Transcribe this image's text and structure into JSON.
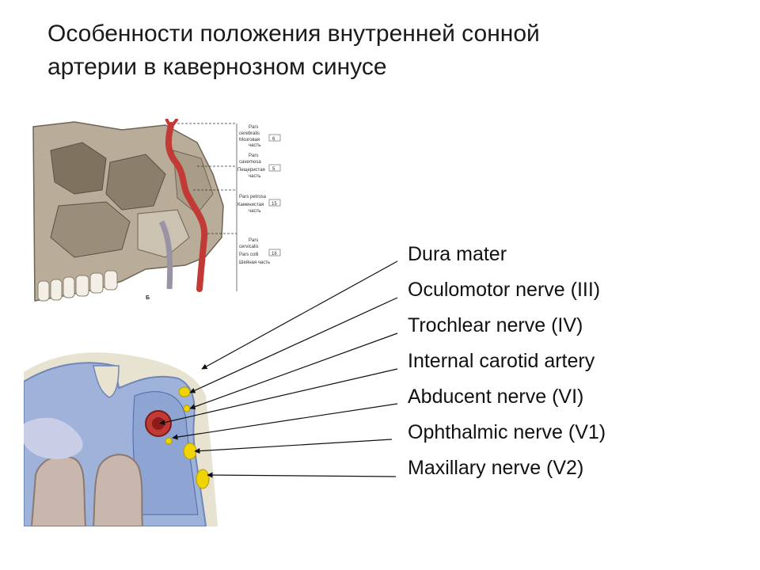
{
  "title": {
    "line1": "Особенности положения внутренней сонной",
    "line2": "артерии в кавернозном синусе"
  },
  "skull_panel": {
    "figure_letter": "Б",
    "segments": [
      {
        "latin": "Pars",
        "latin2": "cerebralis",
        "ru": "Мозговая",
        "ru2": "часть",
        "num": "6"
      },
      {
        "latin": "Pars",
        "latin2": "cavernosa",
        "ru": "Пещеристая",
        "ru2": "часть",
        "num": "5"
      },
      {
        "latin": "Pars petrosa",
        "latin2": "",
        "ru": "Каменистая",
        "ru2": "часть",
        "num": "15"
      },
      {
        "latin": "Pars",
        "latin2": "cervicalis",
        "ru": "Pars colli",
        "ru2": "Шейная часть",
        "num": "16"
      }
    ]
  },
  "labels": [
    "Dura mater",
    "Oculomotor nerve (III)",
    "Trochlear nerve (IV)",
    "Internal carotid artery",
    "Abducent nerve (VI)",
    "Ophthalmic nerve (V1)",
    "Maxillary nerve (V2)"
  ],
  "colors": {
    "bone": "#b9ad9a",
    "artery": "#c23a35",
    "nerve": "#f0d400",
    "sinus": "#9fb3da"
  }
}
